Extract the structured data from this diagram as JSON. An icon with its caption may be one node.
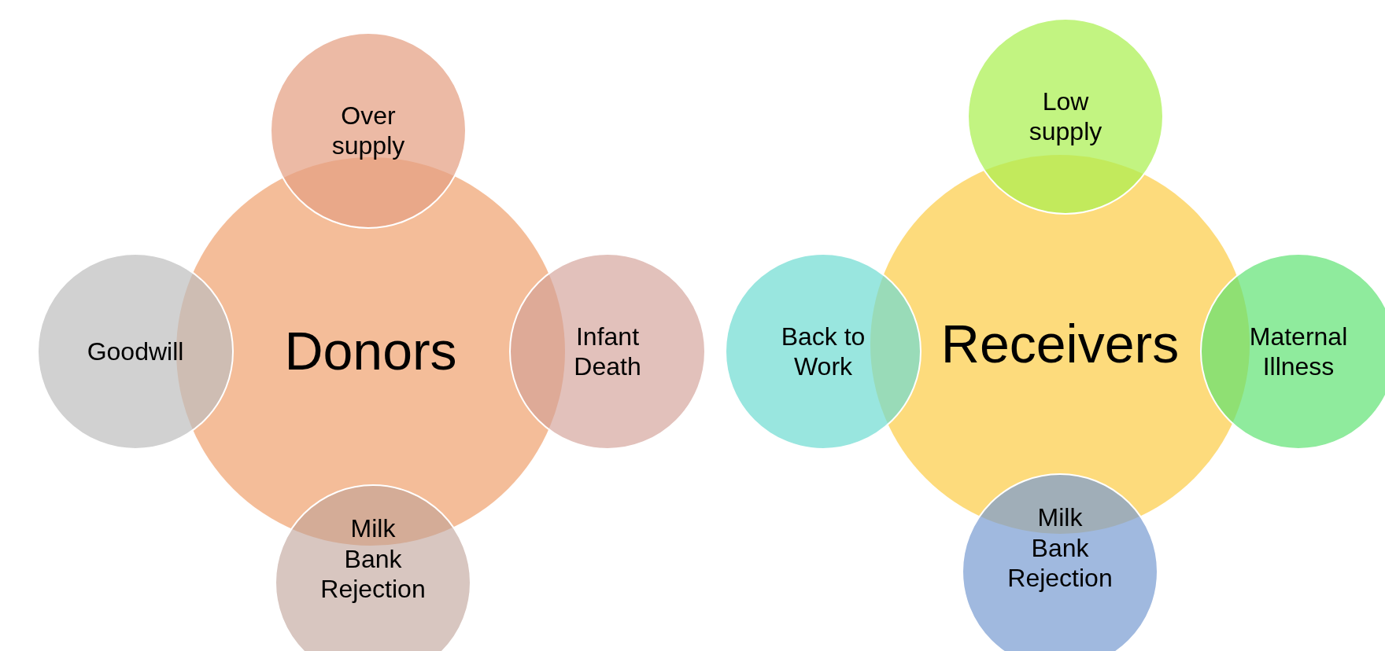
{
  "diagram": {
    "nodes": [
      {
        "text": [
          "Donors"
        ]
      },
      {
        "text": [
          "Over supply"
        ]
      },
      {
        "text": [
          "Goodwill"
        ]
      },
      {
        "text": [
          "Infant Death"
        ]
      },
      {
        "text": [
          "Milk Bank Rejection"
        ]
      },
      {
        "text": [
          "Receivers"
        ]
      },
      {
        "text": [
          "Low supply"
        ]
      },
      {
        "text": [
          "Back to Work"
        ]
      },
      {
        "text": [
          "Maternal Illness"
        ]
      },
      {
        "text": [
          "Milk Bank Rejection"
        ]
      }
    ]
  }
}
